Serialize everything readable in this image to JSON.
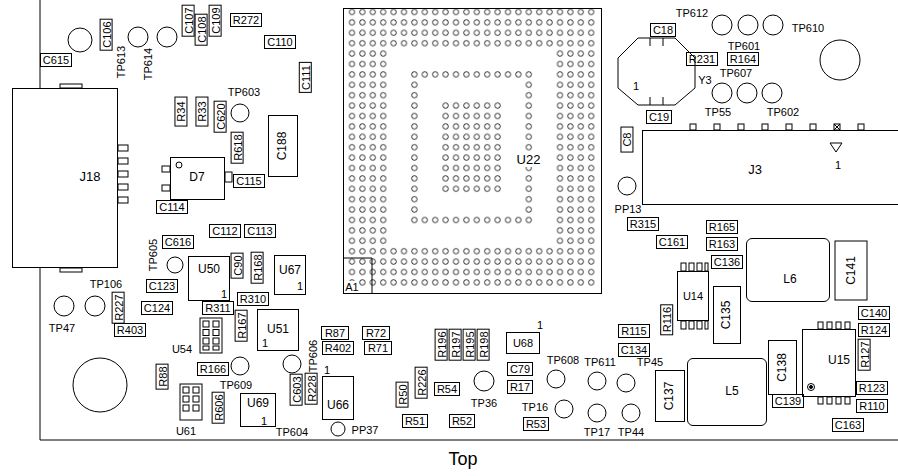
{
  "diagram": {
    "nodes": [
      {
        "text": [
          "J18"
        ]
      },
      {
        "text": [
          "C615"
        ]
      },
      {
        "text": [
          "C106"
        ]
      },
      {
        "text": [
          "C107"
        ]
      },
      {
        "text": [
          "C108"
        ]
      },
      {
        "text": [
          "C109"
        ]
      },
      {
        "text": [
          "R272"
        ]
      },
      {
        "text": [
          "C110"
        ]
      },
      {
        "text": [
          "C111"
        ]
      },
      {
        "text": [
          "R34"
        ]
      },
      {
        "text": [
          "R33"
        ]
      },
      {
        "text": [
          "C620"
        ]
      },
      {
        "text": [
          "R618"
        ]
      },
      {
        "text": [
          "C188"
        ]
      },
      {
        "text": [
          "D7"
        ]
      },
      {
        "text": [
          "C115"
        ]
      },
      {
        "text": [
          "C114"
        ]
      },
      {
        "text": [
          "C112"
        ]
      },
      {
        "text": [
          "C113"
        ]
      },
      {
        "text": [
          "C616"
        ]
      },
      {
        "text": [
          "C123"
        ]
      },
      {
        "text": [
          "C124"
        ]
      },
      {
        "text": [
          "R227"
        ]
      },
      {
        "text": [
          "R403"
        ]
      },
      {
        "text": [
          "U50"
        ]
      },
      {
        "text": [
          "C90"
        ]
      },
      {
        "text": [
          "R168"
        ]
      },
      {
        "text": [
          "U67"
        ]
      },
      {
        "text": [
          "R311"
        ]
      },
      {
        "text": [
          "R310"
        ]
      },
      {
        "text": [
          "R167"
        ]
      },
      {
        "text": [
          "U51"
        ]
      },
      {
        "text": [
          "R166"
        ]
      },
      {
        "text": [
          "R88"
        ]
      },
      {
        "text": [
          "R606"
        ]
      },
      {
        "text": [
          "C603"
        ]
      },
      {
        "text": [
          "U69"
        ]
      },
      {
        "text": [
          "R228"
        ]
      },
      {
        "text": [
          "U66"
        ]
      },
      {
        "text": [
          "R87"
        ]
      },
      {
        "text": [
          "R72"
        ]
      },
      {
        "text": [
          "R402"
        ]
      },
      {
        "text": [
          "R71"
        ]
      },
      {
        "text": [
          "R196"
        ]
      },
      {
        "text": [
          "R197"
        ]
      },
      {
        "text": [
          "R195"
        ]
      },
      {
        "text": [
          "R198"
        ]
      },
      {
        "text": [
          "R50"
        ]
      },
      {
        "text": [
          "R226"
        ]
      },
      {
        "text": [
          "R54"
        ]
      },
      {
        "text": [
          "R51"
        ]
      },
      {
        "text": [
          "R52"
        ]
      },
      {
        "text": [
          "U68"
        ]
      },
      {
        "text": [
          "C79"
        ]
      },
      {
        "text": [
          "R17"
        ]
      },
      {
        "text": [
          "R53"
        ]
      },
      {
        "text": [
          "U22"
        ]
      },
      {
        "text": [
          "C18"
        ]
      },
      {
        "text": [
          "R231"
        ]
      },
      {
        "text": [
          "R164"
        ]
      },
      {
        "text": [
          "C19"
        ]
      },
      {
        "text": [
          "C8"
        ]
      },
      {
        "text": [
          "J3"
        ]
      },
      {
        "text": [
          "R315"
        ]
      },
      {
        "text": [
          "R165"
        ]
      },
      {
        "text": [
          "R163"
        ]
      },
      {
        "text": [
          "C161"
        ]
      },
      {
        "text": [
          "C136"
        ]
      },
      {
        "text": [
          "L6"
        ]
      },
      {
        "text": [
          "C141"
        ]
      },
      {
        "text": [
          "U14"
        ]
      },
      {
        "text": [
          "R116"
        ]
      },
      {
        "text": [
          "C135"
        ]
      },
      {
        "text": [
          "R115"
        ]
      },
      {
        "text": [
          "C134"
        ]
      },
      {
        "text": [
          "C137"
        ]
      },
      {
        "text": [
          "L5"
        ]
      },
      {
        "text": [
          "C138"
        ]
      },
      {
        "text": [
          "U15"
        ]
      },
      {
        "text": [
          "C140"
        ]
      },
      {
        "text": [
          "R124"
        ]
      },
      {
        "text": [
          "R127"
        ]
      },
      {
        "text": [
          "C139"
        ]
      },
      {
        "text": [
          "R123"
        ]
      },
      {
        "text": [
          "R110"
        ]
      },
      {
        "text": [
          "C163"
        ]
      }
    ],
    "labels": [
      "TP613",
      "TP614",
      "TP603",
      "TP605",
      "TP106",
      "TP47",
      "1",
      "1",
      "U54",
      "1",
      "TP609",
      "TP606",
      "1",
      "U61",
      "1",
      "TP604",
      "PP37",
      "A1",
      "TP36",
      "1",
      "TP608",
      "TP611",
      "TP16",
      "TP17",
      "TP44",
      "TP45",
      "TP612",
      "TP601",
      "TP610",
      "Y3",
      "1",
      "TP607",
      "TP55",
      "TP602",
      "PP13",
      "1",
      "Top"
    ]
  }
}
